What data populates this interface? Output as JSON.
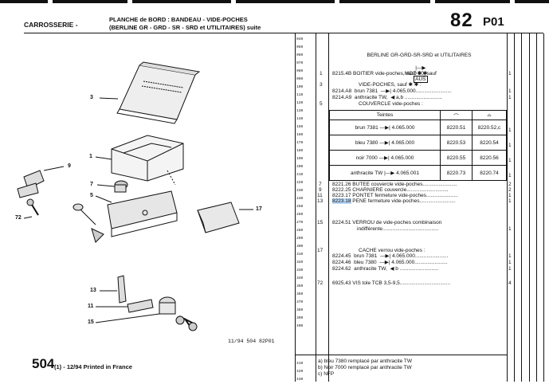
{
  "header": {
    "section": "CARROSSERIE -",
    "title_line1": "PLANCHE de BORD : BANDEAU - VIDE-POCHES",
    "title_line2": "(BERLINE GR - GRD - SR - SRD et UTILITAIRES) suite",
    "page_number": "82",
    "page_suffix": "P01"
  },
  "row_numbers": [
    "040",
    "050",
    "060",
    "070",
    "080",
    "090",
    "100",
    "110",
    "120",
    "130",
    "140",
    "150",
    "160",
    "170",
    "180",
    "190",
    "200",
    "210",
    "220",
    "230",
    "240",
    "250",
    "260",
    "270",
    "280",
    "290",
    "300",
    "310",
    "320",
    "330",
    "340",
    "350",
    "360",
    "370",
    "380",
    "390",
    "400"
  ],
  "row_numbers_bottom": [
    "410",
    "420",
    "430"
  ],
  "model_heading": {
    "line1": "BERLINE GR-GRD-SR-SRD et UTILITAIRES",
    "line2": "MOD 80, sauf",
    "boxed": "AUS",
    "arrow": "|—▶"
  },
  "parts": [
    {
      "ref": "1",
      "text": "8215.4B BOITIER vide-poches, sauf ✱ ✱",
      "qty": "1"
    },
    {
      "ref": "3",
      "text": "VIDE-POCHES, sauf ✱ ✱ :",
      "qty": ""
    },
    {
      "ref": "",
      "text": "8214.A8  brun 7381  —▶| 4.065.000.........................",
      "qty": "1"
    },
    {
      "ref": "",
      "text": "8214.A9  anthracite TW,  ◀ a,b ..........................",
      "qty": "1"
    },
    {
      "ref": "5",
      "text": "COUVERCLE vide-poches :",
      "qty": ""
    }
  ],
  "teintes_table": {
    "header": "Teintes",
    "rows": [
      {
        "label": "brun 7381 —▶| 4.065.000",
        "v1": "8220.51",
        "v2": "8220.52,c",
        "qty": "1"
      },
      {
        "label": "bleu 7380 —▶| 4.065.000",
        "v1": "8220.53",
        "v2": "8220.54",
        "qty": "1"
      },
      {
        "label": "noir 7000 —▶| 4.065.000",
        "v1": "8220.55",
        "v2": "8220.56",
        "qty": "1"
      },
      {
        "label": "anthracite TW |—▶ 4.065.001",
        "v1": "8220.73",
        "v2": "8220.74",
        "qty": "1"
      }
    ]
  },
  "parts2": [
    {
      "ref": "7",
      "text": "8221.26 BUTEE couvercle vide-poches........................",
      "qty": "2"
    },
    {
      "ref": "9",
      "text": "8222.25 CHARNIERE couvercle.............................",
      "qty": "2"
    },
    {
      "ref": "11",
      "text": "8223.17 PONTET fermeture vide-poches......................",
      "qty": "1"
    },
    {
      "ref": "13",
      "code": "8223.18",
      "text": " PENE fermeture vide-poches.........................",
      "qty": "1"
    }
  ],
  "verrou": {
    "ref": "15",
    "line1": "8224.51 VERROU de vide-poches combinaison",
    "line2": "indifférente.......................................",
    "qty": "1"
  },
  "cache": [
    {
      "ref": "17",
      "text": "CACHE verrou vide-poches :",
      "qty": ""
    },
    {
      "ref": "",
      "text": "8224.45  brun 7381  —▶| 4.065.000.......................",
      "qty": "1"
    },
    {
      "ref": "",
      "text": "8224.46  bleu 7380  —▶| 4.065.000.......................",
      "qty": "1"
    },
    {
      "ref": "",
      "text": "8224.62  anthracite TW,  ◀ b ...........................",
      "qty": "1"
    }
  ],
  "vis": {
    "ref": "72",
    "text": "6925.43 VIS tole TCB 3,5-9,5...................................",
    "qty": "4"
  },
  "notes": [
    "a) bleu 7380 remplacé par anthracite TW",
    "b) Noir 7000 remplacé par anthracite TW",
    "c) NFP"
  ],
  "callouts": [
    "3",
    "1",
    "9",
    "7",
    "5",
    "72",
    "17",
    "13",
    "11",
    "15"
  ],
  "footer": {
    "page": "504",
    "text": "(1) - 12/94 Printed in France",
    "reference": "11/94 504 82P01"
  }
}
